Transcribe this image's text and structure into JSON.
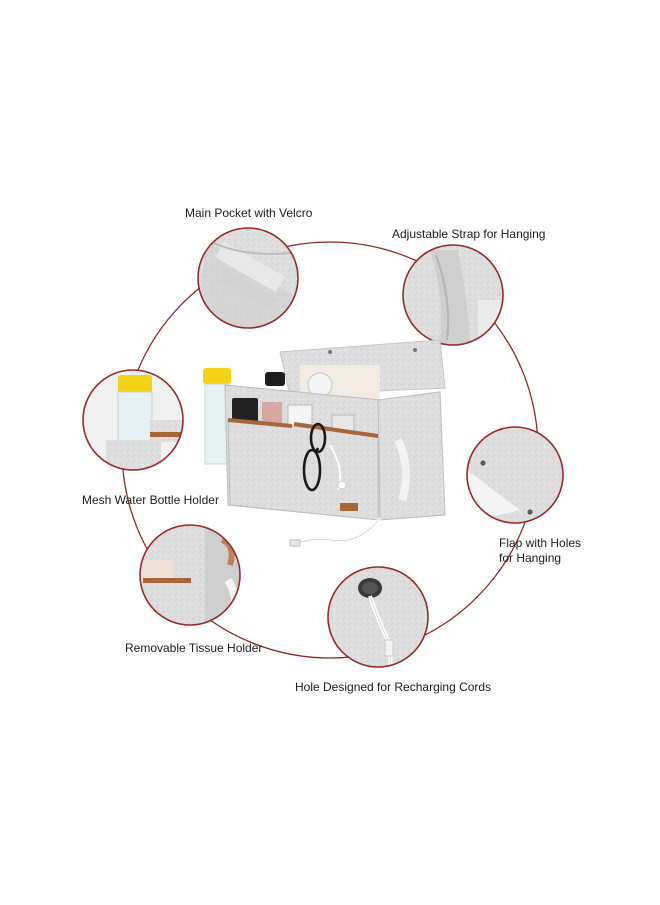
{
  "colors": {
    "ring": "#8b2b2e",
    "circle_border": "#9a2a2c",
    "felt": "#dcdcdc",
    "felt_dark": "#c6c6c6",
    "leather": "#a8653a",
    "bottle_cap": "#f2d318"
  },
  "labels": {
    "main_pocket": "Main Pocket with Velcro",
    "strap": "Adjustable Strap for Hanging",
    "bottle": "Mesh Water Bottle Holder",
    "flap_line1": "Flap with Holes",
    "flap_line2": "for Hanging",
    "tissue": "Removable Tissue Holder",
    "hole": "Hole Designed for Recharging Cords"
  }
}
